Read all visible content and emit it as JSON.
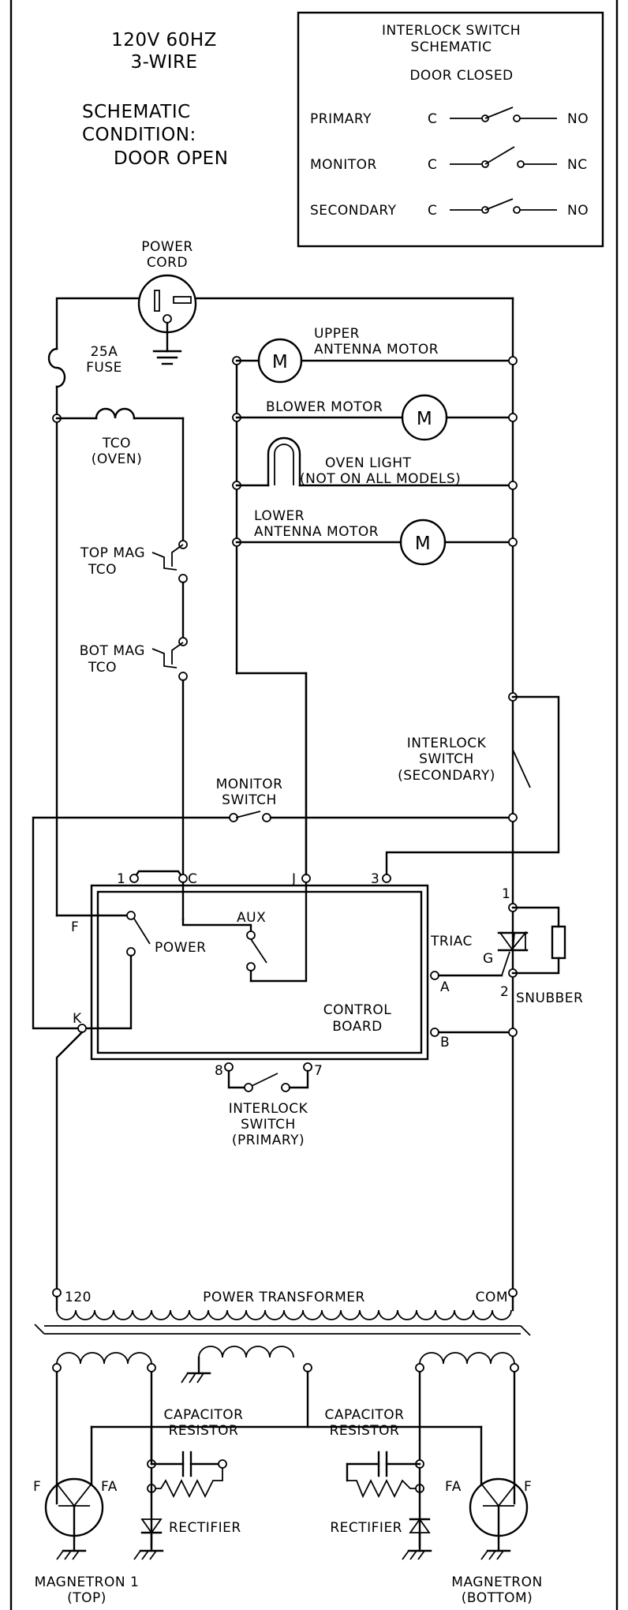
{
  "header": {
    "supply_line1": "120V 60HZ",
    "supply_line2": "3-WIRE",
    "condition_line1": "SCHEMATIC",
    "condition_line2": "CONDITION:",
    "condition_line3": "DOOR OPEN"
  },
  "interlock_box": {
    "title_line1": "INTERLOCK SWITCH",
    "title_line2": "SCHEMATIC",
    "subtitle": "DOOR CLOSED",
    "rows": [
      {
        "name": "PRIMARY",
        "common": "C",
        "state": "NO"
      },
      {
        "name": "MONITOR",
        "common": "C",
        "state": "NC"
      },
      {
        "name": "SECONDARY",
        "common": "C",
        "state": "NO"
      }
    ]
  },
  "labels": {
    "power_cord_1": "POWER",
    "power_cord_2": "CORD",
    "fuse_1": "25A",
    "fuse_2": "FUSE",
    "tco_oven_1": "TCO",
    "tco_oven_2": "(OVEN)",
    "top_mag_1": "TOP MAG",
    "top_mag_2": "TCO",
    "bot_mag_1": "BOT MAG",
    "bot_mag_2": "TCO",
    "upper_antenna_1": "UPPER",
    "upper_antenna_2": "ANTENNA MOTOR",
    "blower_motor": "BLOWER MOTOR",
    "oven_light_1": "OVEN LIGHT",
    "oven_light_2": "(NOT ON ALL MODELS)",
    "lower_antenna_1": "LOWER",
    "lower_antenna_2": "ANTENNA MOTOR",
    "motor_symbol": "M",
    "interlock_secondary_1": "INTERLOCK",
    "interlock_secondary_2": "SWITCH",
    "interlock_secondary_3": "(SECONDARY)",
    "monitor_switch_1": "MONITOR",
    "monitor_switch_2": "SWITCH",
    "terminal_1": "1",
    "terminal_c": "C",
    "terminal_j": "J",
    "terminal_3": "3",
    "terminal_f": "F",
    "terminal_k": "K",
    "aux": "AUX",
    "power": "POWER",
    "control_board_1": "CONTROL",
    "control_board_2": "BOARD",
    "triac": "TRIAC",
    "triac_g": "G",
    "triac_1": "1",
    "triac_2": "2",
    "terminal_a": "A",
    "terminal_b": "B",
    "snubber": "SNUBBER",
    "terminal_8": "8",
    "terminal_7": "7",
    "interlock_primary_1": "INTERLOCK",
    "interlock_primary_2": "SWITCH",
    "interlock_primary_3": "(PRIMARY)",
    "transformer_120": "120",
    "transformer_title": "POWER TRANSFORMER",
    "transformer_com": "COM",
    "cap_res_left_1": "CAPACITOR",
    "cap_res_left_2": "RESISTOR",
    "cap_res_right_1": "CAPACITOR",
    "cap_res_right_2": "RESISTOR",
    "f_left": "F",
    "fa_left": "FA",
    "fa_right": "FA",
    "f_right": "F",
    "rectifier_left": "RECTIFIER",
    "rectifier_right": "RECTIFIER",
    "magnetron_top_1": "MAGNETRON 1",
    "magnetron_top_2": "(TOP)",
    "magnetron_bottom_1": "MAGNETRON",
    "magnetron_bottom_2": "(BOTTOM)"
  }
}
